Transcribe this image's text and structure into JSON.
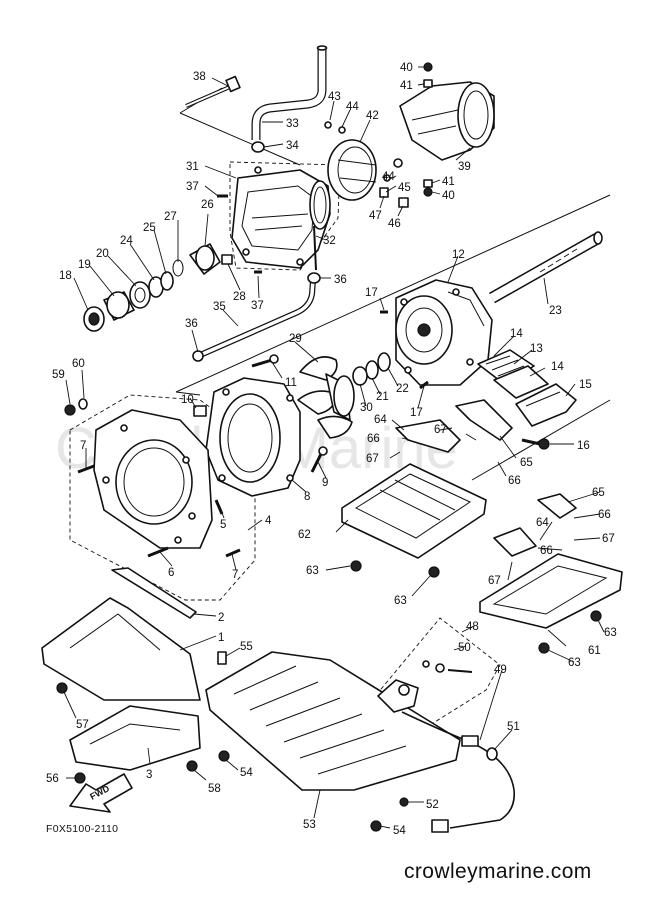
{
  "diagram": {
    "caption": "F0X5100-2110",
    "site": "crowleymarine.com",
    "watermark": "Crowley Marine",
    "fwd_label": "FWD",
    "callouts": [
      "1",
      "2",
      "3",
      "4",
      "5",
      "6",
      "7",
      "8",
      "9",
      "10",
      "11",
      "12",
      "13",
      "14",
      "15",
      "16",
      "17",
      "18",
      "19",
      "20",
      "21",
      "22",
      "23",
      "24",
      "25",
      "26",
      "27",
      "28",
      "29",
      "30",
      "31",
      "32",
      "33",
      "34",
      "35",
      "36",
      "37",
      "38",
      "39",
      "40",
      "41",
      "42",
      "43",
      "44",
      "45",
      "46",
      "47",
      "48",
      "49",
      "50",
      "51",
      "52",
      "53",
      "54",
      "55",
      "56",
      "57",
      "58",
      "59",
      "60",
      "61",
      "62",
      "63",
      "64",
      "65",
      "66",
      "67"
    ]
  }
}
